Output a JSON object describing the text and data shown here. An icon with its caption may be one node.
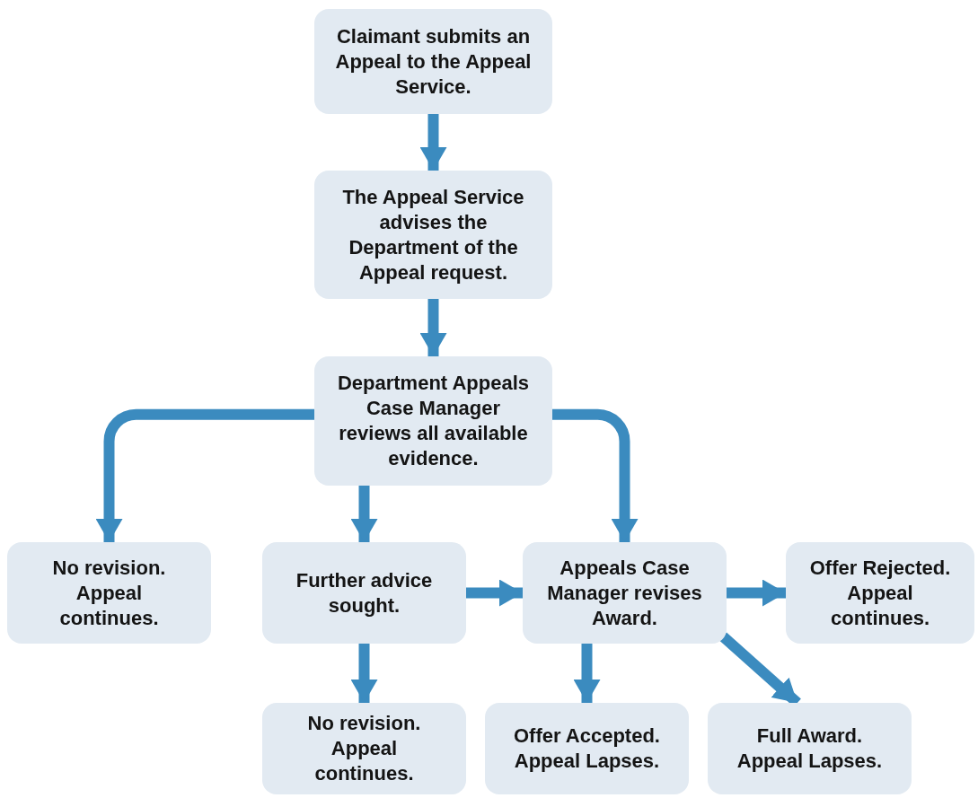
{
  "diagram": {
    "nodes": [
      {
        "text": [
          "Claimant submits an Appeal to the Appeal Service."
        ]
      },
      {
        "text": [
          "The Appeal Service advises the Department of the Appeal request."
        ]
      },
      {
        "text": [
          "Department Appeals Case Manager reviews all available evidence."
        ]
      },
      {
        "text": [
          "No revision. Appeal continues."
        ]
      },
      {
        "text": [
          "Further advice sought."
        ]
      },
      {
        "text": [
          "Appeals Case Manager revises Award."
        ]
      },
      {
        "text": [
          "Offer Rejected. Appeal continues."
        ]
      },
      {
        "text": [
          "No revision. Appeal continues."
        ]
      },
      {
        "text": [
          "Offer Accepted. Appeal Lapses."
        ]
      },
      {
        "text": [
          "Full Award. Appeal Lapses."
        ]
      }
    ],
    "edges": [
      {
        "from": 0,
        "to": 1,
        "arrow": "to"
      },
      {
        "from": 1,
        "to": 2,
        "arrow": "to"
      },
      {
        "from": 2,
        "to": 3,
        "arrow": "to"
      },
      {
        "from": 2,
        "to": 4,
        "arrow": "to"
      },
      {
        "from": 2,
        "to": 5,
        "arrow": "to"
      },
      {
        "from": 4,
        "to": 5,
        "arrow": "to"
      },
      {
        "from": 5,
        "to": 6,
        "arrow": "to"
      },
      {
        "from": 4,
        "to": 7,
        "arrow": "to"
      },
      {
        "from": 5,
        "to": 8,
        "arrow": "to"
      },
      {
        "from": 5,
        "to": 9,
        "arrow": "to"
      }
    ]
  }
}
